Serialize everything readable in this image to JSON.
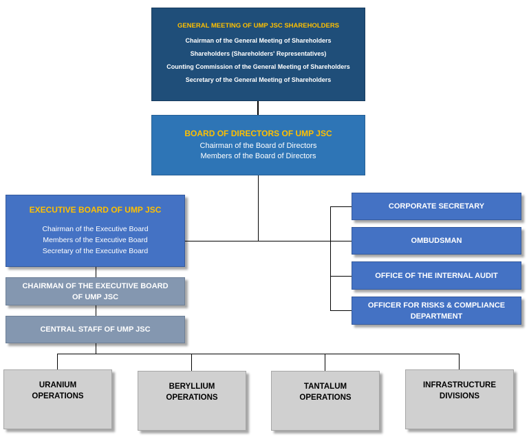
{
  "general_meeting": {
    "title": "GENERAL MEETING OF UMP JSC SHAREHOLDERS",
    "lines": [
      "Chairman of the General Meeting of Shareholders",
      "Shareholders (Shareholders' Representatives)",
      "Counting Commission of the General Meeting of Shareholders",
      "Secretary of the General Meeting of Shareholders"
    ]
  },
  "board_of_directors": {
    "title": "BOARD OF DIRECTORS OF UMP JSC",
    "lines": [
      "Chairman of the Board of Directors",
      "Members of the Board of Directors"
    ]
  },
  "executive_board": {
    "title": "EXECUTIVE BOARD OF UMP JSC",
    "lines": [
      "Chairman of the Executive Board",
      "Members of the Executive Board",
      "Secretary of the Executive Board"
    ]
  },
  "chairman_executive_board": {
    "line1": "CHAIRMAN OF THE EXECUTIVE BOARD",
    "line2": "OF UMP JSC"
  },
  "central_staff": {
    "label": "CENTRAL STAFF OF UMP JSC"
  },
  "right_units": {
    "corporate_secretary": "CORPORATE SECRETARY",
    "ombudsman": "OMBUDSMAN",
    "internal_audit": "OFFICE OF THE INTERNAL AUDIT",
    "risks_line1": "OFFICER FOR RISKS & COMPLIANCE",
    "risks_line2": "DEPARTMENT"
  },
  "divisions": [
    {
      "line1": "URANIUM",
      "line2": "OPERATIONS"
    },
    {
      "line1": "BERYLLIUM",
      "line2": "OPERATIONS"
    },
    {
      "line1": "TANTALUM",
      "line2": "OPERATIONS"
    },
    {
      "line1": "INFRASTRUCTURE",
      "line2": "DIVISIONS"
    }
  ],
  "colors": {
    "general_meeting_bg": "#1f4e79",
    "board_bg": "#2e75b6",
    "executive_bg": "#4472c4",
    "grey_bg": "#8497b0",
    "division_bg": "#d0d0d0",
    "title_accent": "#ffc000"
  }
}
